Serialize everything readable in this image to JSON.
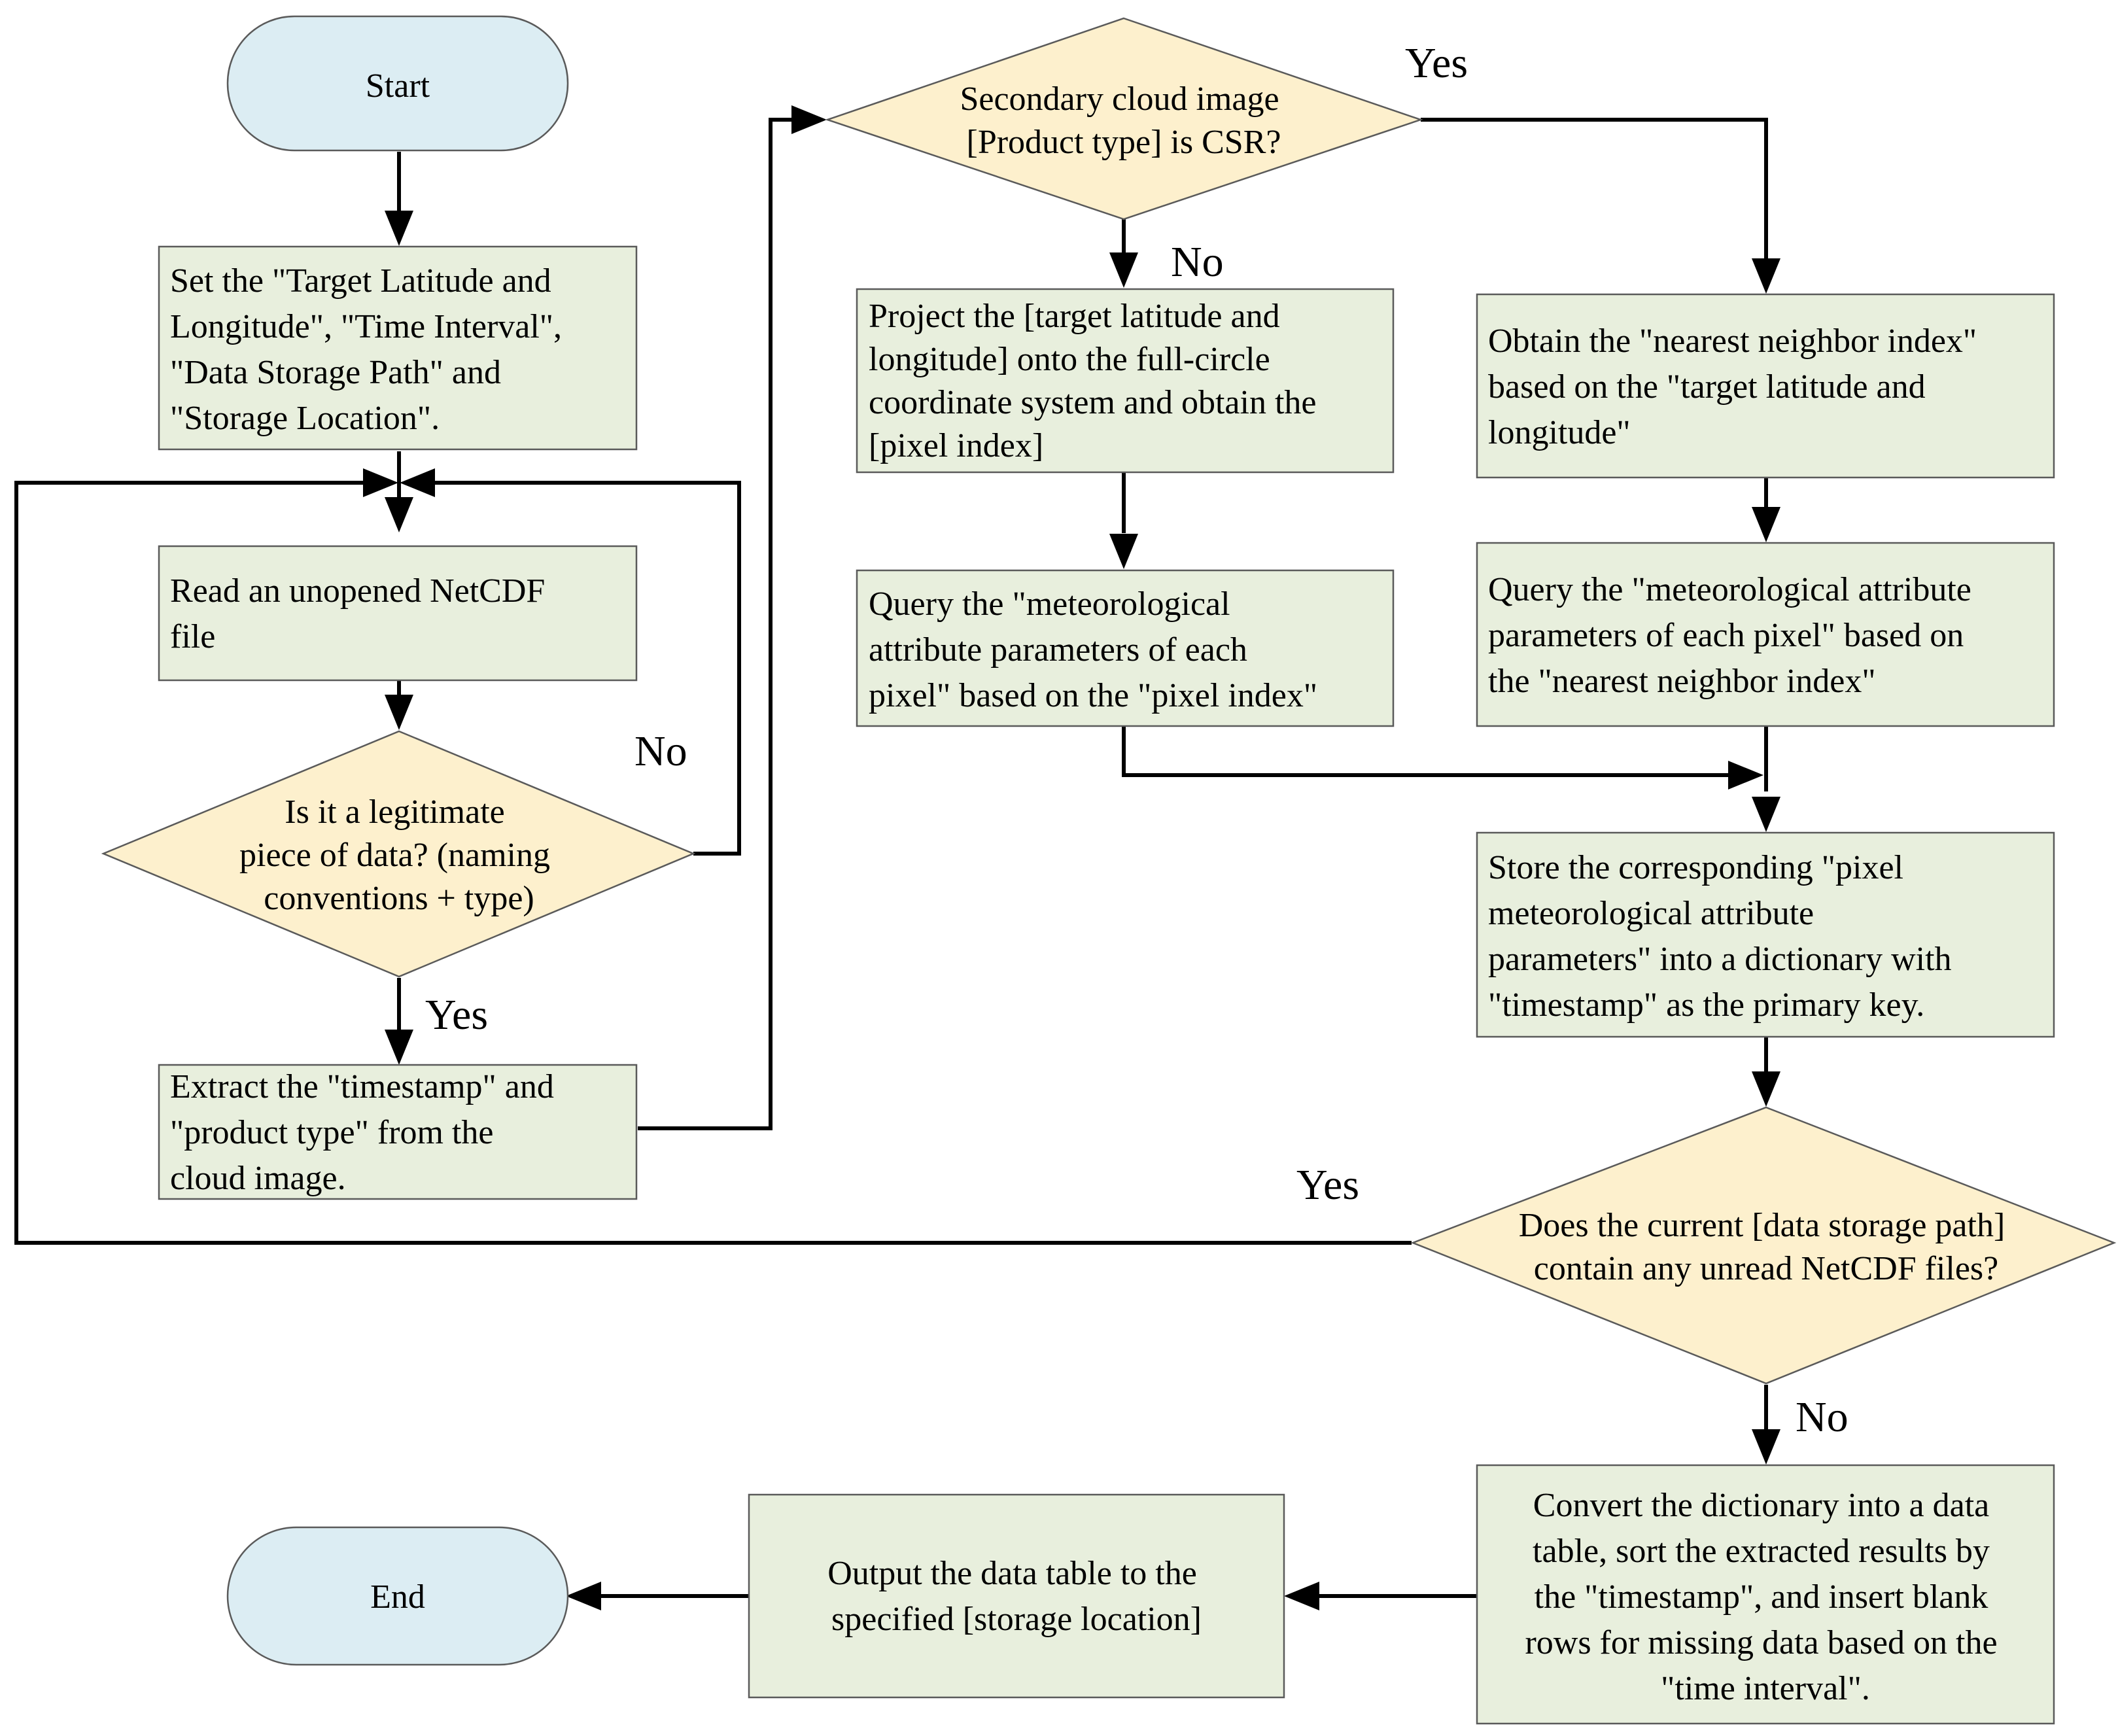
{
  "terminals": {
    "start": "Start",
    "end": "End"
  },
  "processes": {
    "set_params": [
      "Set the \"Target Latitude and",
      "Longitude\", \"Time Interval\",",
      "\"Data Storage Path\" and",
      "\"Storage Location\"."
    ],
    "read_file": [
      "Read an unopened NetCDF",
      "file"
    ],
    "extract": [
      "Extract the \"timestamp\" and",
      "\"product type\" from the",
      "cloud image."
    ],
    "project": [
      "Project the [target latitude and",
      "longitude] onto the full-circle",
      "coordinate system and obtain the",
      "[pixel index]"
    ],
    "query_pixel": [
      "Query the \"meteorological",
      "attribute parameters of each",
      "pixel\" based on the \"pixel index\""
    ],
    "obtain_nn": [
      "Obtain the \"nearest neighbor index\"",
      "based on the \"target latitude and",
      "longitude\""
    ],
    "query_nn": [
      "Query the \"meteorological attribute",
      "parameters of each pixel\" based on",
      "the \"nearest neighbor index\""
    ],
    "store": [
      "Store the corresponding \"pixel",
      "meteorological attribute",
      "parameters\"  into a dictionary with",
      "\"timestamp\" as the primary key."
    ],
    "convert": [
      "Convert the dictionary into a data",
      "table, sort the extracted results by",
      "the \"timestamp\", and insert blank",
      "rows for missing data based on the",
      "\"time interval\"."
    ],
    "output": [
      "Output the data table to the",
      "specified [storage location]"
    ]
  },
  "decisions": {
    "legit": [
      "Is it a legitimate",
      "piece of data? (naming",
      "conventions + type)"
    ],
    "csr": [
      "Secondary cloud image",
      "[Product type] is CSR?"
    ],
    "unread": [
      "Does the current [data storage path]",
      "contain any unread NetCDF files?"
    ]
  },
  "branch_labels": {
    "legit_no": "No",
    "legit_yes": "Yes",
    "csr_yes": "Yes",
    "csr_no": "No",
    "unread_yes": "Yes",
    "unread_no": "No"
  },
  "colors": {
    "process_fill": "#e8efdd",
    "decision_fill": "#fdf0cd",
    "terminal_fill": "#dcedf3",
    "border": "#5a5a5a",
    "arrow": "#000000"
  }
}
